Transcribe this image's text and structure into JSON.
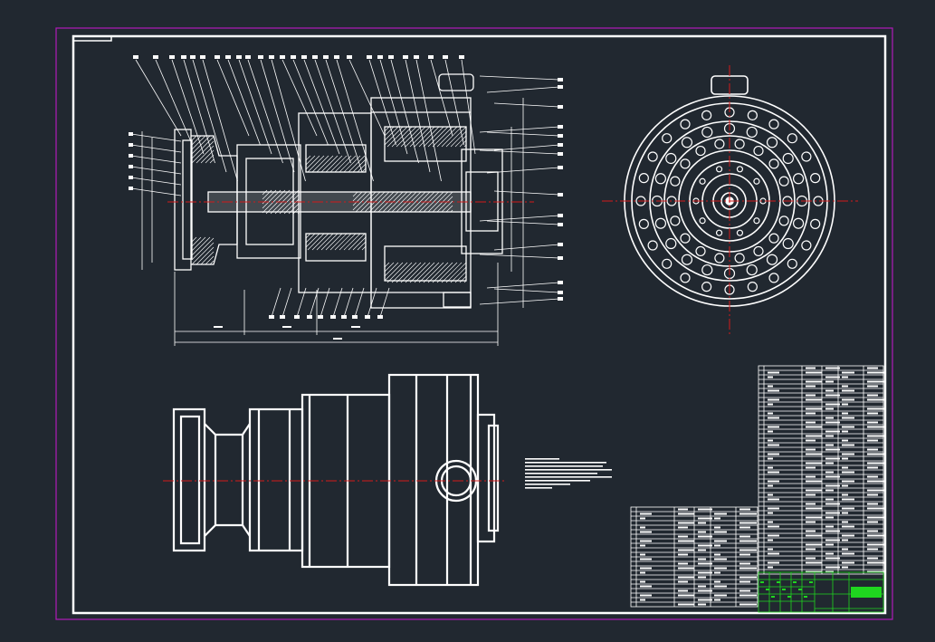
{
  "window": {
    "background": "#212830",
    "sheet_frame_color": "#b01ab8",
    "line_color": "#ffffff",
    "centerline_color": "#d21a1a",
    "title_block_color": "#1fd61f"
  },
  "drawing": {
    "views": [
      {
        "id": "section-view",
        "description": ""
      },
      {
        "id": "end-view",
        "description": ""
      },
      {
        "id": "outline-view",
        "description": ""
      }
    ]
  }
}
